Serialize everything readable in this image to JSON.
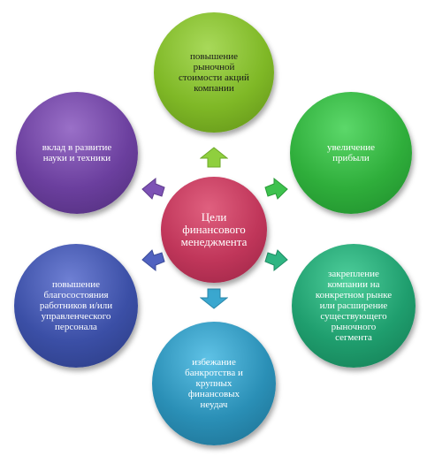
{
  "diagram": {
    "center": {
      "text": "Цели\nфинансового\nменеджмента",
      "color": "#c0365a"
    },
    "nodes": [
      {
        "id": "top",
        "text": "повышение\nрыночной\nстоимости  акций\nкомпании",
        "color": "#7fb826"
      },
      {
        "id": "upper-right",
        "text": "увеличение\nприбыли",
        "color": "#2fae3b"
      },
      {
        "id": "lower-right",
        "text": "закрепление\nкомпании  на\nконкретном рынке\nили  расширение\nсуществующего\nрыночного\nсегмента",
        "color": "#1f9e6e"
      },
      {
        "id": "bottom",
        "text": "избежание\nбанкротства и\nкрупных\nфинансовых\nнеудач",
        "color": "#2a8fb6"
      },
      {
        "id": "lower-left",
        "text": "повышение\nблагосостояния\nработников и/или\nуправленческого\nперсонала",
        "color": "#3b4fa6"
      },
      {
        "id": "upper-left",
        "text": "вклад в развитие\nнауки и техники",
        "color": "#6b3f9e"
      }
    ]
  }
}
